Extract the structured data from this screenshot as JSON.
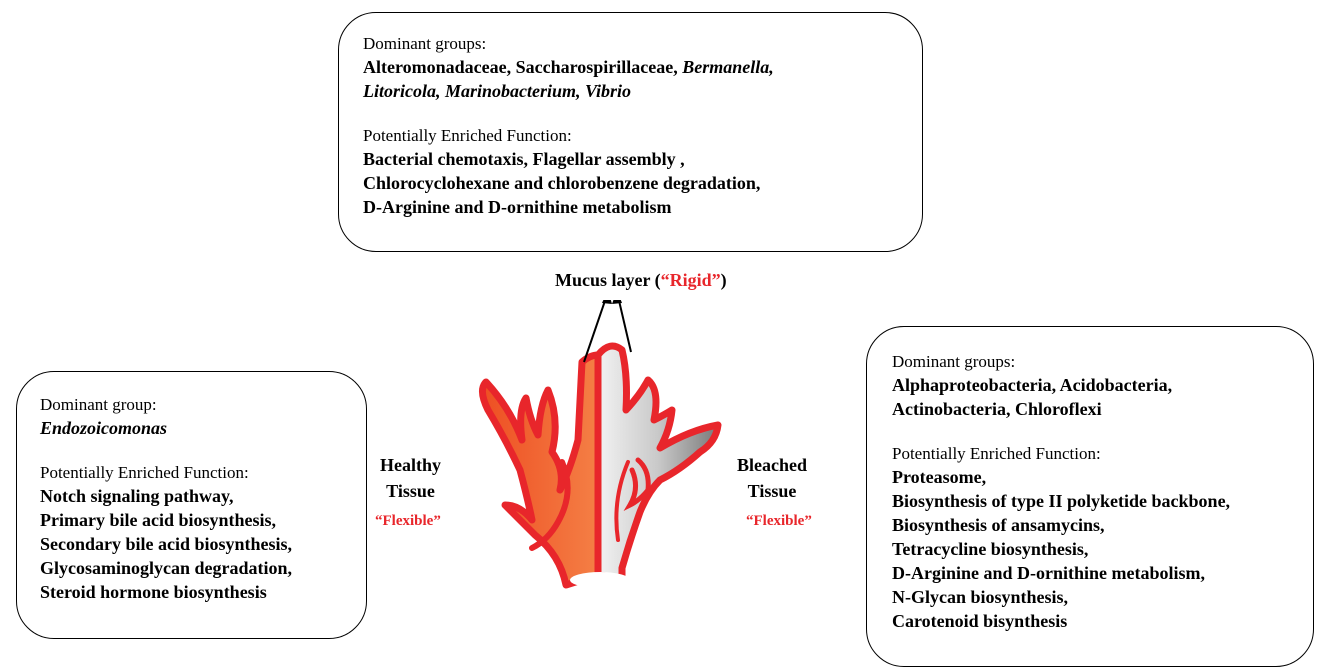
{
  "colors": {
    "accent_red": "#e8262b",
    "healthy_orange": "#ef6a2e",
    "bleached_grey": "#8c8c8c"
  },
  "top_box": {
    "groups_label": "Dominant groups:",
    "groups_line1_a": "Alteromonadaceae, Saccharospirillaceae,",
    "groups_line1_b": "Bermanella,",
    "groups_line2": "Litoricola, Marinobacterium, Vibrio",
    "function_label": "Potentially Enriched Function:",
    "functions": [
      "Bacterial chemotaxis, Flagellar assembly ,",
      "Chlorocyclohexane and chlorobenzene degradation,",
      "D-Arginine and D-ornithine metabolism"
    ]
  },
  "left_box": {
    "groups_label": "Dominant group:",
    "group": "Endozoicomonas",
    "function_label": "Potentially Enriched Function:",
    "functions": [
      "Notch signaling pathway,",
      "Primary bile acid biosynthesis,",
      "Secondary bile acid biosynthesis,",
      "Glycosaminoglycan degradation,",
      "Steroid hormone biosynthesis"
    ]
  },
  "right_box": {
    "groups_label": "Dominant groups:",
    "groups": [
      "Alphaproteobacteria, Acidobacteria,",
      "Actinobacteria, Chloroflexi"
    ],
    "function_label": "Potentially Enriched Function:",
    "functions": [
      "Proteasome,",
      "Biosynthesis of type II polyketide backbone,",
      "Biosynthesis of ansamycins,",
      "Tetracycline biosynthesis,",
      "D-Arginine and D-ornithine metabolism,",
      "N-Glycan biosynthesis,",
      "Carotenoid bisynthesis"
    ]
  },
  "mucus": {
    "label": "Mucus layer (",
    "rigid": "“Rigid”",
    "close": ")"
  },
  "healthy": {
    "line1": "Healthy",
    "line2": "Tissue",
    "flex": "“Flexible”"
  },
  "bleached": {
    "line1": "Bleached",
    "line2": "Tissue",
    "flex": "“Flexible”"
  }
}
